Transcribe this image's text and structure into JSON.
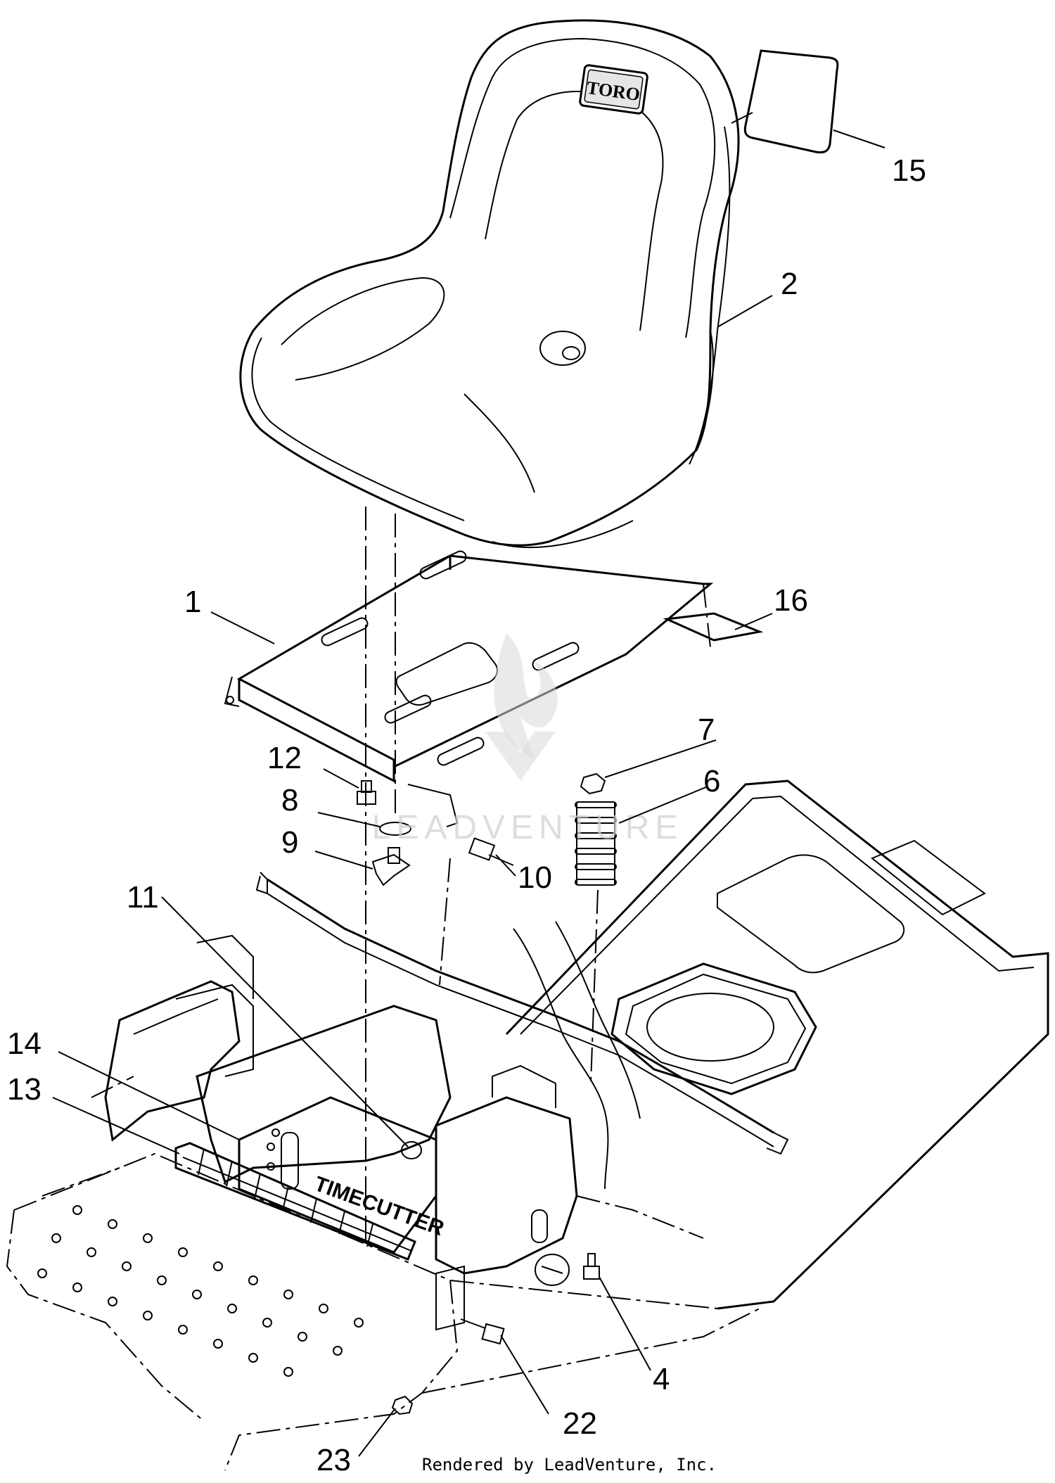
{
  "callouts": {
    "c1": "1",
    "c2": "2",
    "c4": "4",
    "c6": "6",
    "c7": "7",
    "c8": "8",
    "c9": "9",
    "c10": "10",
    "c11": "11",
    "c12": "12",
    "c13": "13",
    "c14": "14",
    "c15": "15",
    "c16": "16",
    "c22": "22",
    "c23": "23"
  },
  "seat_logo": "TORO",
  "console_text": "TIMECUTTER",
  "watermark": "LEADVENTURE",
  "footer": "Rendered by LeadVenture, Inc."
}
